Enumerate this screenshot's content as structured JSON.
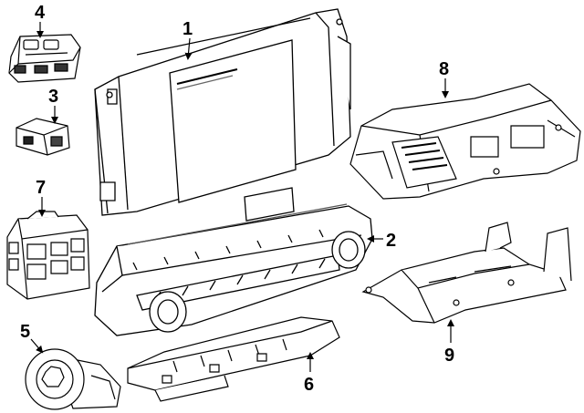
{
  "callouts": [
    {
      "id": "1",
      "label": "1"
    },
    {
      "id": "2",
      "label": "2"
    },
    {
      "id": "3",
      "label": "3"
    },
    {
      "id": "4",
      "label": "4"
    },
    {
      "id": "5",
      "label": "5"
    },
    {
      "id": "6",
      "label": "6"
    },
    {
      "id": "7",
      "label": "7"
    },
    {
      "id": "8",
      "label": "8"
    },
    {
      "id": "9",
      "label": "9"
    }
  ],
  "colors": {
    "line": "#000000",
    "background": "#ffffff",
    "shade": "#8a8a8a"
  }
}
